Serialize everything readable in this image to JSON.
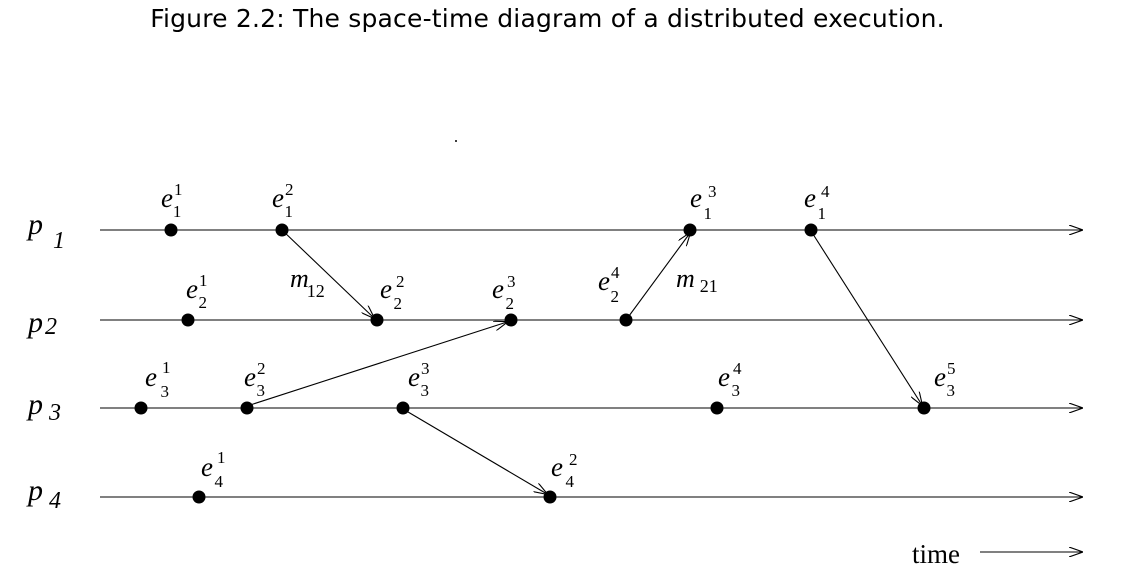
{
  "caption": "Figure 2.2: The space-time diagram of a distributed execution.",
  "time_label": "time",
  "processes": [
    {
      "id": "p1",
      "base": "p",
      "sub": "1",
      "events": [
        {
          "base": "e",
          "sup": "1",
          "sub": "1"
        },
        {
          "base": "e",
          "sup": "2",
          "sub": "1"
        },
        {
          "base": "e",
          "sup": "3",
          "sub": "1"
        },
        {
          "base": "e",
          "sup": "4",
          "sub": "1"
        }
      ]
    },
    {
      "id": "p2",
      "base": "p",
      "sub": "2",
      "events": [
        {
          "base": "e",
          "sup": "1",
          "sub": "2"
        },
        {
          "base": "e",
          "sup": "2",
          "sub": "2"
        },
        {
          "base": "e",
          "sup": "3",
          "sub": "2"
        },
        {
          "base": "e",
          "sup": "4",
          "sub": "2"
        }
      ]
    },
    {
      "id": "p3",
      "base": "p",
      "sub": "3",
      "events": [
        {
          "base": "e",
          "sup": "1",
          "sub": "3"
        },
        {
          "base": "e",
          "sup": "2",
          "sub": "3"
        },
        {
          "base": "e",
          "sup": "3",
          "sub": "3"
        },
        {
          "base": "e",
          "sup": "4",
          "sub": "3"
        },
        {
          "base": "e",
          "sup": "5",
          "sub": "3"
        }
      ]
    },
    {
      "id": "p4",
      "base": "p",
      "sub": "4",
      "events": [
        {
          "base": "e",
          "sup": "1",
          "sub": "4"
        },
        {
          "base": "e",
          "sup": "2",
          "sub": "4"
        }
      ]
    }
  ],
  "messages": [
    {
      "from": "p1.e2",
      "to": "p2.e2",
      "base": "m",
      "sub": "12"
    },
    {
      "from": "p2.e4",
      "to": "p1.e3",
      "base": "m",
      "sub": "21"
    },
    {
      "from": "p3.e2",
      "to": "p2.e3"
    },
    {
      "from": "p1.e4",
      "to": "p3.e5"
    },
    {
      "from": "p3.e3",
      "to": "p4.e2"
    }
  ]
}
